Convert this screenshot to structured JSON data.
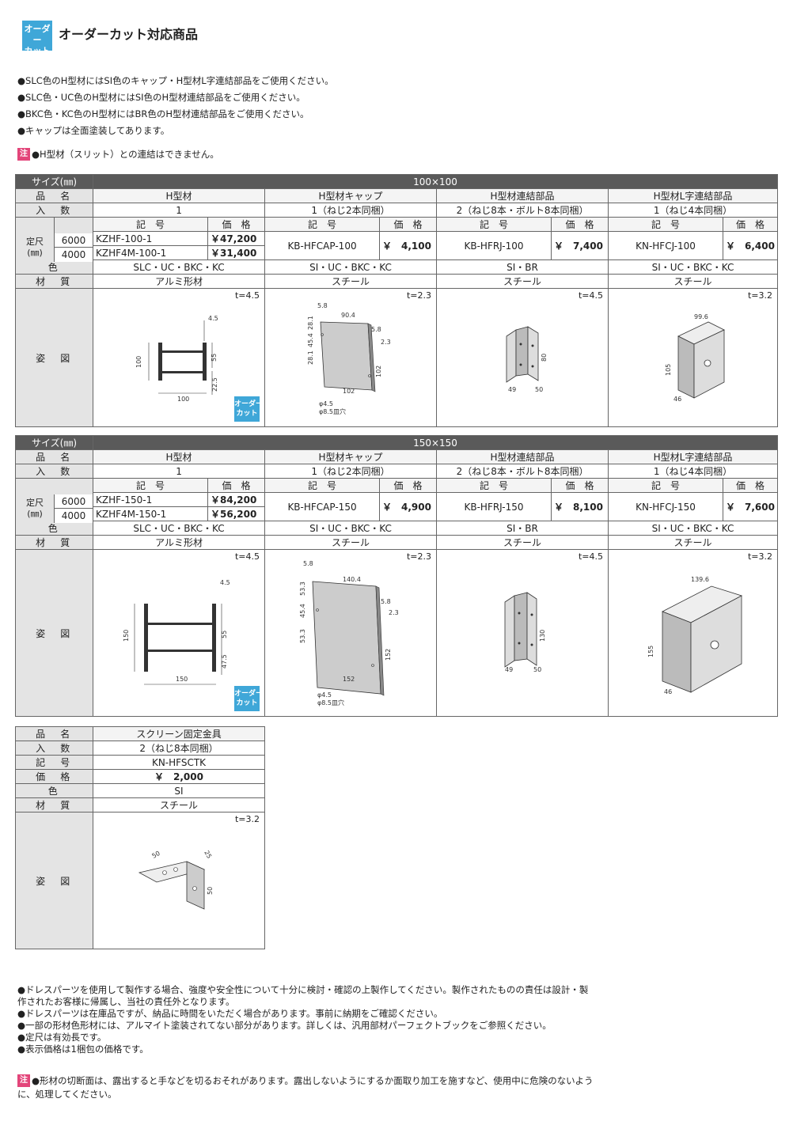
{
  "header": {
    "badge_line1": "オーダー",
    "badge_line2": "カット",
    "title": "オーダーカット対応商品"
  },
  "notes": [
    "●SLC色のH型材にはSI色のキャップ・H型材L字連結部品をご使用ください。",
    "●SLC色・UC色のH型材にはSI色のH型材連結部品をご使用ください。",
    "●BKC色・KC色のH型材にはBR色のH型材連結部品をご使用ください。",
    "●キャップは全面塗装してあります。"
  ],
  "warning_top": {
    "tag": "注",
    "text": "●H型材（スリット）との連結はできません。"
  },
  "labels": {
    "size": "サイズ(㎜)",
    "name": "品　名",
    "qty": "入　数",
    "code": "記　号",
    "price": "価　格",
    "color": "色",
    "material": "材　質",
    "figure": "姿　図",
    "length": "定尺",
    "length_unit": "(㎜)"
  },
  "table100": {
    "size": "100×100",
    "products": [
      "H型材",
      "H型材キャップ",
      "H型材連結部品",
      "H型材L字連結部品"
    ],
    "qty": [
      "1",
      "1（ねじ2本同梱）",
      "2（ねじ8本・ボルト8本同梱）",
      "1（ねじ4本同梱）"
    ],
    "len1": "6000",
    "len2": "4000",
    "h_code1": "KZHF-100-1",
    "h_price1": "￥47,200",
    "h_code2": "KZHF4M-100-1",
    "h_price2": "￥31,400",
    "cap_code": "KB-HFCAP-100",
    "cap_price": "￥　4,100",
    "rj_code": "KB-HFRJ-100",
    "rj_price": "￥　7,400",
    "cj_code": "KN-HFCJ-100",
    "cj_price": "￥　6,400",
    "colors": [
      "SLC・UC・BKC・KC",
      "SI・UC・BKC・KC",
      "SI・BR",
      "SI・UC・BKC・KC"
    ],
    "materials": [
      "アルミ形材",
      "スチール",
      "スチール",
      "スチール"
    ],
    "thickness": [
      "t=4.5",
      "t=2.3",
      "t=4.5",
      "t=3.2"
    ],
    "dims": {
      "h": [
        "4.5",
        "100",
        "55",
        "100",
        "22.5"
      ],
      "cap": [
        "5.8",
        "90.4",
        "5.8",
        "28.1",
        "45.4",
        "28.1",
        "2.3",
        "102",
        "102",
        "φ4.5",
        "φ8.5皿穴"
      ],
      "rj": [
        "80",
        "49",
        "50"
      ],
      "cj": [
        "99.6",
        "105",
        "46"
      ]
    }
  },
  "table150": {
    "size": "150×150",
    "products": [
      "H型材",
      "H型材キャップ",
      "H型材連結部品",
      "H型材L字連結部品"
    ],
    "qty": [
      "1",
      "1（ねじ2本同梱）",
      "2（ねじ8本・ボルト8本同梱）",
      "1（ねじ4本同梱）"
    ],
    "len1": "6000",
    "len2": "4000",
    "h_code1": "KZHF-150-1",
    "h_price1": "￥84,200",
    "h_code2": "KZHF4M-150-1",
    "h_price2": "￥56,200",
    "cap_code": "KB-HFCAP-150",
    "cap_price": "￥　4,900",
    "rj_code": "KB-HFRJ-150",
    "rj_price": "￥　8,100",
    "cj_code": "KN-HFCJ-150",
    "cj_price": "￥　7,600",
    "colors": [
      "SLC・UC・BKC・KC",
      "SI・UC・BKC・KC",
      "SI・BR",
      "SI・UC・BKC・KC"
    ],
    "materials": [
      "アルミ形材",
      "スチール",
      "スチール",
      "スチール"
    ],
    "thickness": [
      "t=4.5",
      "t=2.3",
      "t=4.5",
      "t=3.2"
    ],
    "dims": {
      "h": [
        "4.5",
        "150",
        "55",
        "150",
        "47.5"
      ],
      "cap": [
        "5.8",
        "140.4",
        "5.8",
        "53.3",
        "45.4",
        "53.3",
        "2.3",
        "152",
        "152",
        "φ4.5",
        "φ8.5皿穴"
      ],
      "rj": [
        "130",
        "49",
        "50"
      ],
      "cj": [
        "139.6",
        "155",
        "46"
      ]
    }
  },
  "screen": {
    "name": "スクリーン固定金具",
    "qty": "2（ねじ8本同梱）",
    "code": "KN-HFSCTK",
    "price": "￥　2,000",
    "color": "SI",
    "material": "スチール",
    "thickness": "t=3.2",
    "dims": [
      "50",
      "25",
      "50"
    ]
  },
  "bottom_notes": [
    "●ドレスパーツを使用して製作する場合、強度や安全性について十分に検討・確認の上製作してください。製作されたものの責任は設計・製作されたお客様に帰属し、当社の責任外となります。",
    "●ドレスパーツは在庫品ですが、納品に時間をいただく場合があります。事前に納期をご確認ください。",
    "●一部の形材色形材には、アルマイト塗装されてない部分があります。詳しくは、汎用部材パーフェクトブックをご参照ください。",
    "●定尺は有効長です。",
    "●表示価格は1梱包の価格です。"
  ],
  "warning_bottom": {
    "tag": "注",
    "text": "●形材の切断面は、露出すると手などを切るおそれがあります。露出しないようにするか面取り加工を施すなど、使用中に危険のないように、処理してください。"
  },
  "small_badge": {
    "line1": "オーダー",
    "line2": "カット"
  }
}
